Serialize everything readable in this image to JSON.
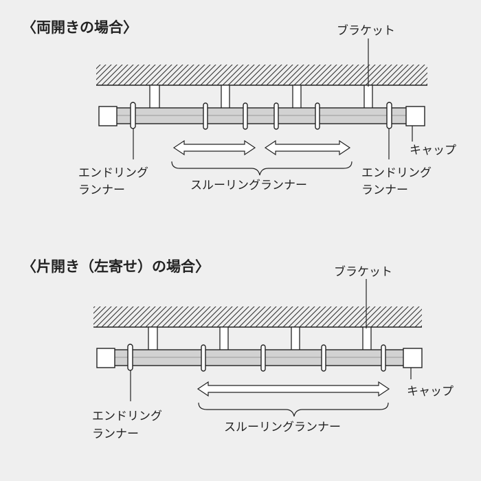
{
  "sections": [
    {
      "heading": "〈両開きの場合〉",
      "labels": {
        "bracket": "ブラケット",
        "cap": "キャップ",
        "end_ring_left_line1": "エンドリング",
        "end_ring_left_line2": "ランナー",
        "end_ring_right_line1": "エンドリング",
        "end_ring_right_line2": "ランナー",
        "through_ring": "スルーリングランナー"
      }
    },
    {
      "heading": "〈片開き（左寄せ）の場合〉",
      "labels": {
        "bracket": "ブラケット",
        "cap": "キャップ",
        "end_ring_left_line1": "エンドリング",
        "end_ring_left_line2": "ランナー",
        "through_ring": "スルーリングランナー"
      }
    }
  ],
  "colors": {
    "background": "#efefef",
    "line": "#222222",
    "rod_fill": "#d2d2d2",
    "box_fill": "#ffffff"
  }
}
